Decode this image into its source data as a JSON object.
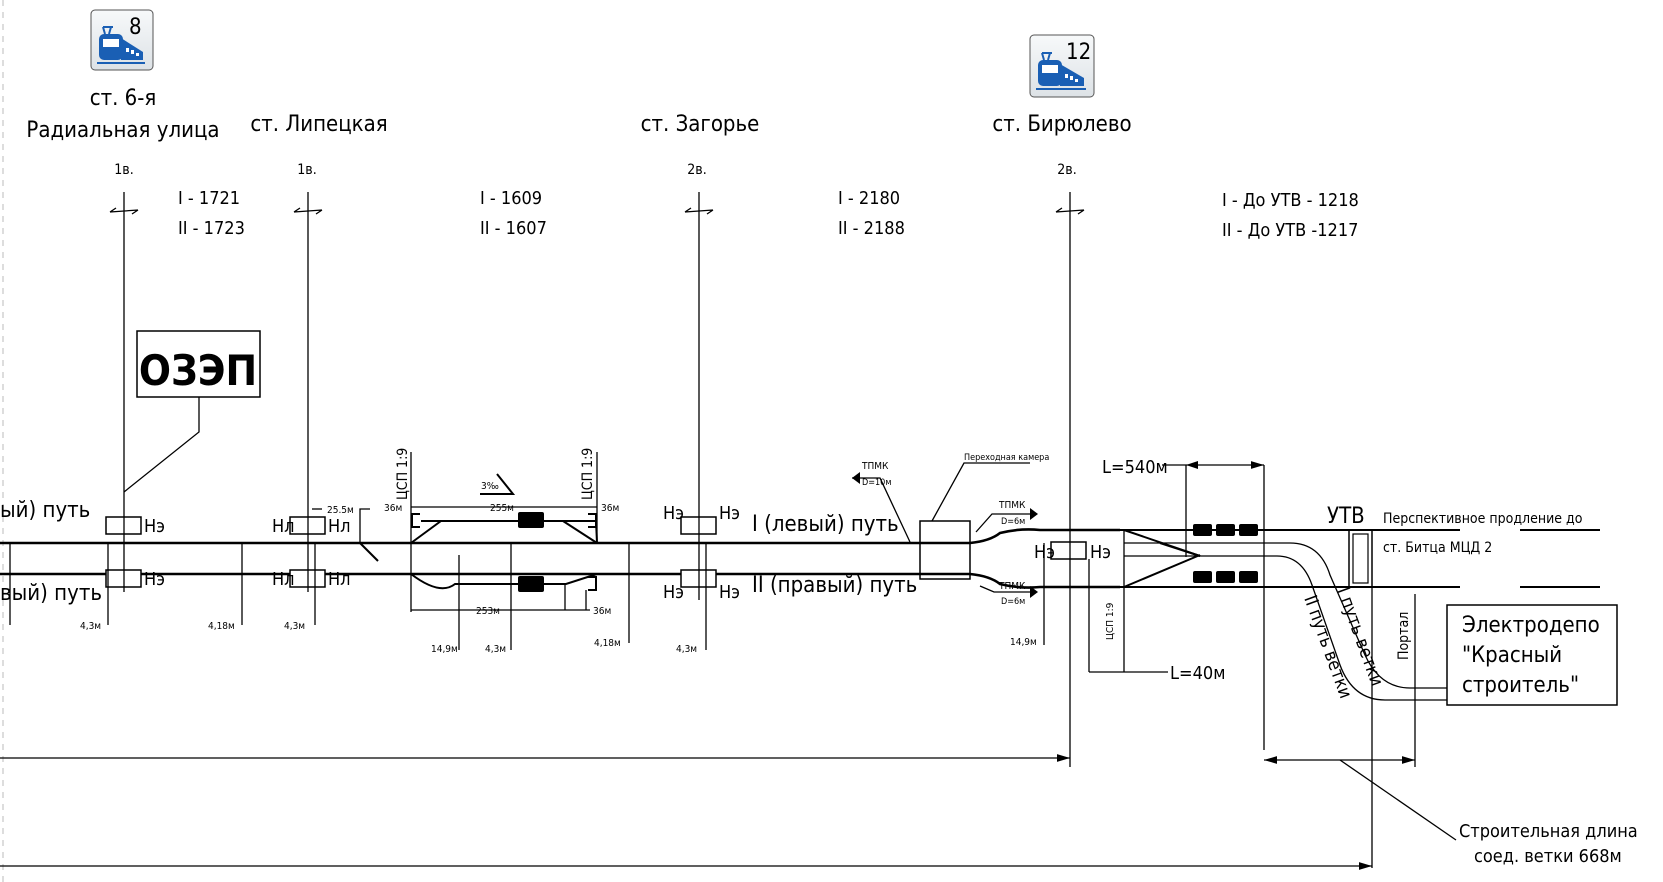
{
  "stations": [
    {
      "id": "radialnaya",
      "name_line1": "ст. 6-я",
      "name_line2": "Радиальная улица",
      "badge_number": "8",
      "has_badge": true,
      "axis_label": "1в."
    },
    {
      "id": "lipetskaya",
      "name_line1": "ст. Липецкая",
      "name_line2": "",
      "badge_number": "",
      "has_badge": false,
      "axis_label": "1в."
    },
    {
      "id": "zagorye",
      "name_line1": "ст. Загорье",
      "name_line2": "",
      "badge_number": "",
      "has_badge": false,
      "axis_label": "2в."
    },
    {
      "id": "biryulevo",
      "name_line1": "ст. Бирюлево",
      "name_line2": "",
      "badge_number": "12",
      "has_badge": true,
      "axis_label": "2в."
    }
  ],
  "spans": [
    {
      "line1": "I - 1721",
      "line2": "II - 1723"
    },
    {
      "line1": "I - 1609",
      "line2": "II - 1607"
    },
    {
      "line1": "I - 2180",
      "line2": "II - 2188"
    },
    {
      "line1": "I - До УТВ - 1218",
      "line2": "II - До УТВ -1217"
    }
  ],
  "tracks": {
    "track1": "I (левый) путь",
    "track2": "II (правый) путь",
    "track1_left_partial": "ый) путь",
    "track2_left_partial": "вый) путь"
  },
  "ozep_label": "ОЗЭП",
  "signals": {
    "ne": "Нэ",
    "nl": "Нл"
  },
  "dimensions": {
    "d25_5": "25.5м",
    "d36": "36м",
    "d255": "255м",
    "d253": "253м",
    "d4_3": "4,3м",
    "d4_18": "4,18м",
    "d14_9": "14,9м",
    "slope": "3‰",
    "csp": "ЦСП 1:9",
    "l540": "L=540м",
    "l40": "L=40м"
  },
  "tpmk": {
    "main": "ТПМК",
    "d10": "D=10м",
    "d6": "D=6м"
  },
  "transition_chamber": "Переходная камера",
  "utv": {
    "label": "УТВ",
    "extension_line1": "Перспективное продление до",
    "extension_line2": "ст. Битца МЦД 2"
  },
  "branches": {
    "branch1": "I путь ветки",
    "branch2": "II путь ветки",
    "portal": "Портал"
  },
  "depot": {
    "line1": "Электродепо",
    "line2": "\"Красный",
    "line3": "строитель\""
  },
  "construction_length": {
    "line1": "Строительная длина",
    "line2": "соед. ветки 668м"
  },
  "colors": {
    "badge_bg": "#e8ecef",
    "train_blue": "#1a5fb4",
    "line": "#000000"
  }
}
